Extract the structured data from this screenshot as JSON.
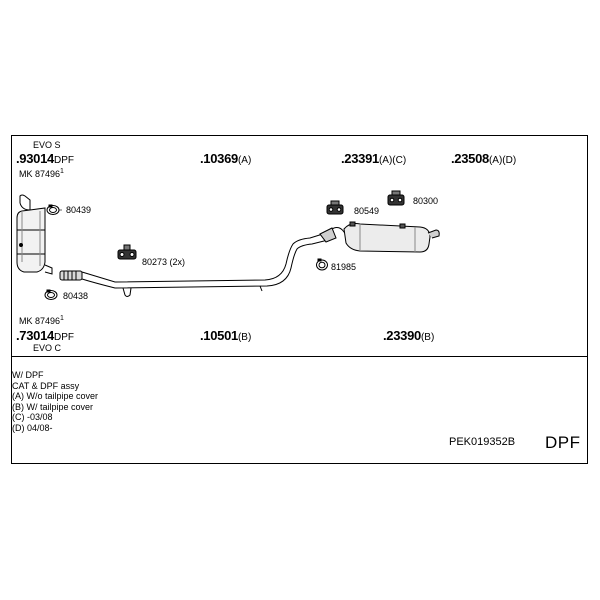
{
  "top_labels": {
    "evo_s": "EVO S",
    "p93014": ".93014",
    "p93014_suffix": "DPF",
    "mk_top": "MK 87496",
    "mk_top_sup": "1",
    "p10369": ".10369",
    "p10369_suffix": "(A)",
    "p23391": ".23391",
    "p23391_suffix": "(A)(C)",
    "p23508": ".23508",
    "p23508_suffix": "(A)(D)"
  },
  "part_callouts": {
    "c80439": "80439",
    "c80438": "80438",
    "c80273": "80273 (2x)",
    "c80549": "80549",
    "c80300": "80300",
    "c81985": "81985"
  },
  "bottom_labels": {
    "mk_bottom": "MK 87496",
    "mk_bottom_sup": "1",
    "p73014": ".73014",
    "p73014_suffix": "DPF",
    "evo_c": "EVO C",
    "p10501": ".10501",
    "p10501_suffix": "(B)",
    "p23390": ".23390",
    "p23390_suffix": "(B)"
  },
  "notes": [
    "W/ DPF",
    "CAT & DPF assy",
    "(A) W/o tailpipe cover",
    "(B) W/ tailpipe cover",
    "(C) -03/08",
    "(D) 04/08-"
  ],
  "footer": {
    "kit_code": "PEK019352B",
    "type": "DPF"
  }
}
